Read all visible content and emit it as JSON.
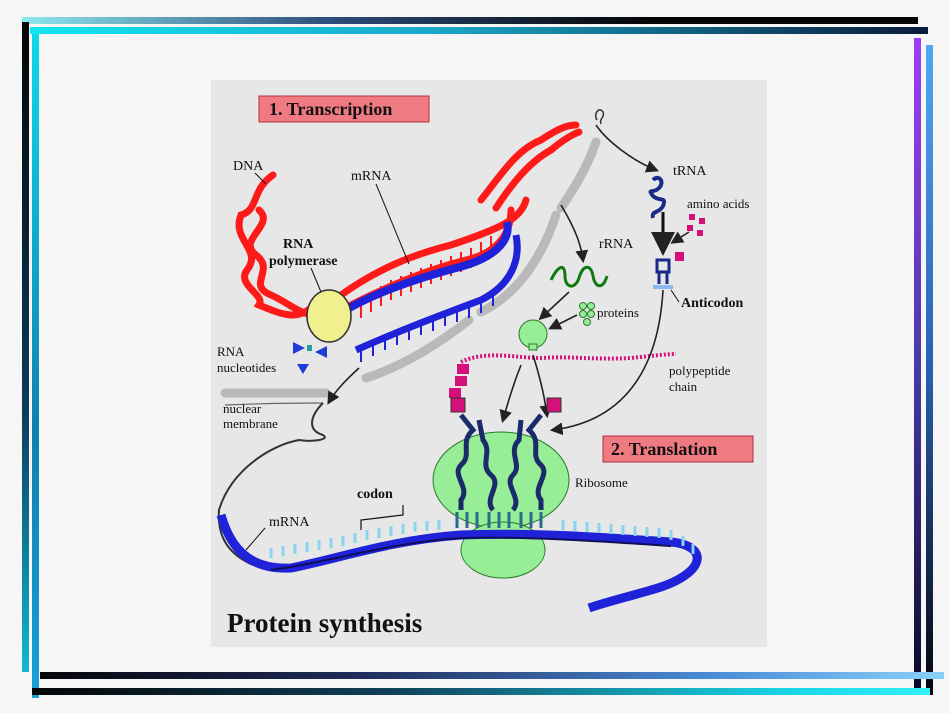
{
  "slide": {
    "frame_colors": {
      "dark": "#050505",
      "cyan": "#15dfe8",
      "violet": "#8a3cf0",
      "navy": "#2a3f78"
    }
  },
  "diagram": {
    "title": "Protein synthesis",
    "section_labels": {
      "transcription": "1. Transcription",
      "translation": "2. Translation"
    },
    "labels": {
      "dna": "DNA",
      "mrna_top": "mRNA",
      "rna": "RNA",
      "polymerase": "polymerase",
      "rna_nucleotides_1": "RNA",
      "rna_nucleotides_2": "nucleotides",
      "nuclear_membrane_1": "nuclear",
      "nuclear_membrane_2": "membrane",
      "trna": "tRNA",
      "amino_acids": "amino acids",
      "rrna": "rRNA",
      "anticodon": "Anticodon",
      "proteins": "proteins",
      "polypeptide_1": "polypeptide",
      "polypeptide_2": "chain",
      "ribosome": "Ribosome",
      "codon": "codon",
      "mrna_bottom": "mRNA"
    },
    "colors": {
      "dna": "#ff1a1a",
      "mrna": "#1f22d8",
      "ribosome": "#97ee97",
      "polymerase": "#f2f08e",
      "amino_acid": "#d6107a",
      "label_box": "#f07a82",
      "membrane": "#b9b9b9",
      "rrna": "#0e7a12"
    },
    "icons": [
      "arrow-icon",
      "trna-icon",
      "amino-acid-icon"
    ]
  }
}
